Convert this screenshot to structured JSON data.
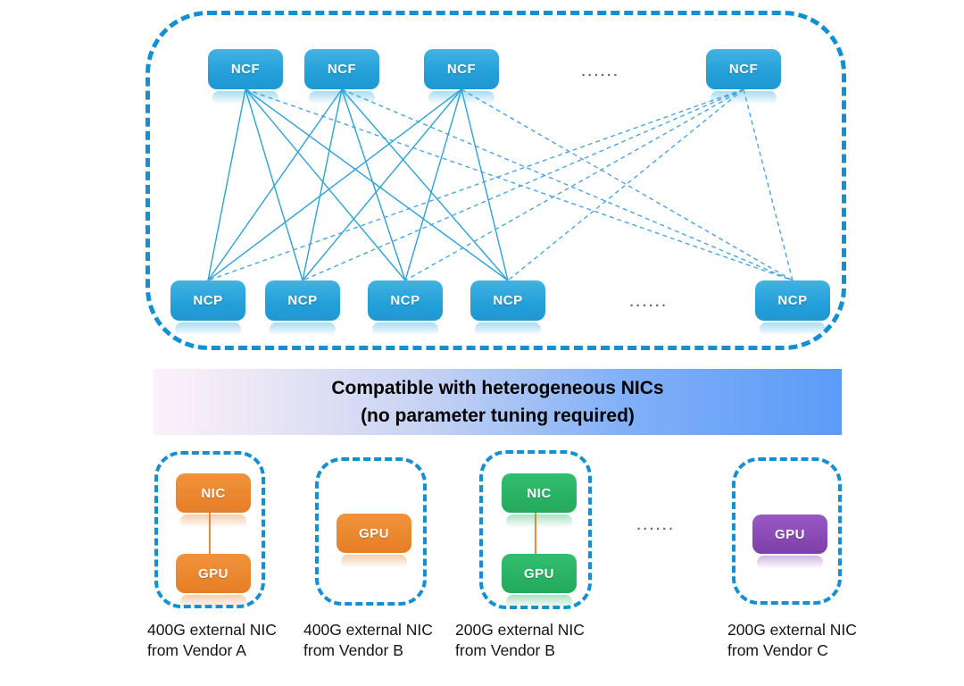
{
  "fabric": {
    "ncf_nodes": [
      "NCF",
      "NCF",
      "NCF",
      "NCF"
    ],
    "ncp_nodes": [
      "NCP",
      "NCP",
      "NCP",
      "NCP",
      "NCP"
    ],
    "ncf_ellipsis": "......",
    "ncp_ellipsis": "......",
    "edges": [
      {
        "from": "ncf0",
        "to": "ncp0",
        "style": "solid"
      },
      {
        "from": "ncf0",
        "to": "ncp1",
        "style": "solid"
      },
      {
        "from": "ncf0",
        "to": "ncp2",
        "style": "solid"
      },
      {
        "from": "ncf0",
        "to": "ncp3",
        "style": "solid"
      },
      {
        "from": "ncf0",
        "to": "ncp4",
        "style": "dashed"
      },
      {
        "from": "ncf1",
        "to": "ncp0",
        "style": "solid"
      },
      {
        "from": "ncf1",
        "to": "ncp1",
        "style": "solid"
      },
      {
        "from": "ncf1",
        "to": "ncp2",
        "style": "solid"
      },
      {
        "from": "ncf1",
        "to": "ncp3",
        "style": "solid"
      },
      {
        "from": "ncf1",
        "to": "ncp4",
        "style": "dashed"
      },
      {
        "from": "ncf2",
        "to": "ncp0",
        "style": "solid"
      },
      {
        "from": "ncf2",
        "to": "ncp1",
        "style": "solid"
      },
      {
        "from": "ncf2",
        "to": "ncp2",
        "style": "solid"
      },
      {
        "from": "ncf2",
        "to": "ncp3",
        "style": "solid"
      },
      {
        "from": "ncf2",
        "to": "ncp4",
        "style": "dashed"
      },
      {
        "from": "ncf3",
        "to": "ncp0",
        "style": "dashed"
      },
      {
        "from": "ncf3",
        "to": "ncp1",
        "style": "dashed"
      },
      {
        "from": "ncf3",
        "to": "ncp2",
        "style": "dashed"
      },
      {
        "from": "ncf3",
        "to": "ncp3",
        "style": "dashed"
      },
      {
        "from": "ncf3",
        "to": "ncp4",
        "style": "dashed"
      }
    ]
  },
  "banner": {
    "line1": "Compatible with heterogeneous NICs",
    "line2": "(no parameter tuning required)"
  },
  "hosts": [
    {
      "nic": "NIC",
      "gpu": "GPU",
      "caption1": "400G external NIC",
      "caption2": "from Vendor A"
    },
    {
      "gpu": "GPU",
      "caption1": "400G external NIC",
      "caption2": "from Vendor B"
    },
    {
      "nic": "NIC",
      "gpu": "GPU",
      "caption1": "200G external NIC",
      "caption2": "from Vendor B"
    },
    {
      "gpu": "GPU",
      "caption1": "200G external NIC",
      "caption2": "from Vendor C"
    }
  ],
  "hosts_ellipsis": "......",
  "colors": {
    "fabric_node_blue": "#29a7dc",
    "dashed_border_blue": "#1390d4",
    "solid_edge": "#2aa3dc",
    "dashed_edge": "#4aa5e5",
    "orange": "#e8842f",
    "green": "#2ab565",
    "purple": "#8b49b6",
    "banner_gradient_start": "#fcf1fa",
    "banner_gradient_end": "#5b9bf7",
    "ellipsis_gray": "#666666"
  }
}
